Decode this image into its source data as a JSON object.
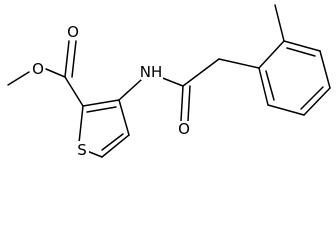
{
  "structure": {
    "atoms": {
      "ester_oxygen": "O",
      "carbonyl_oxygen_ester": "O",
      "amide_nitrogen": "NH",
      "amide_oxygen": "O",
      "thiophene_sulfur": "S"
    },
    "colors": {
      "bond": "#000000",
      "label": "#000000",
      "background": "#ffffff"
    }
  }
}
